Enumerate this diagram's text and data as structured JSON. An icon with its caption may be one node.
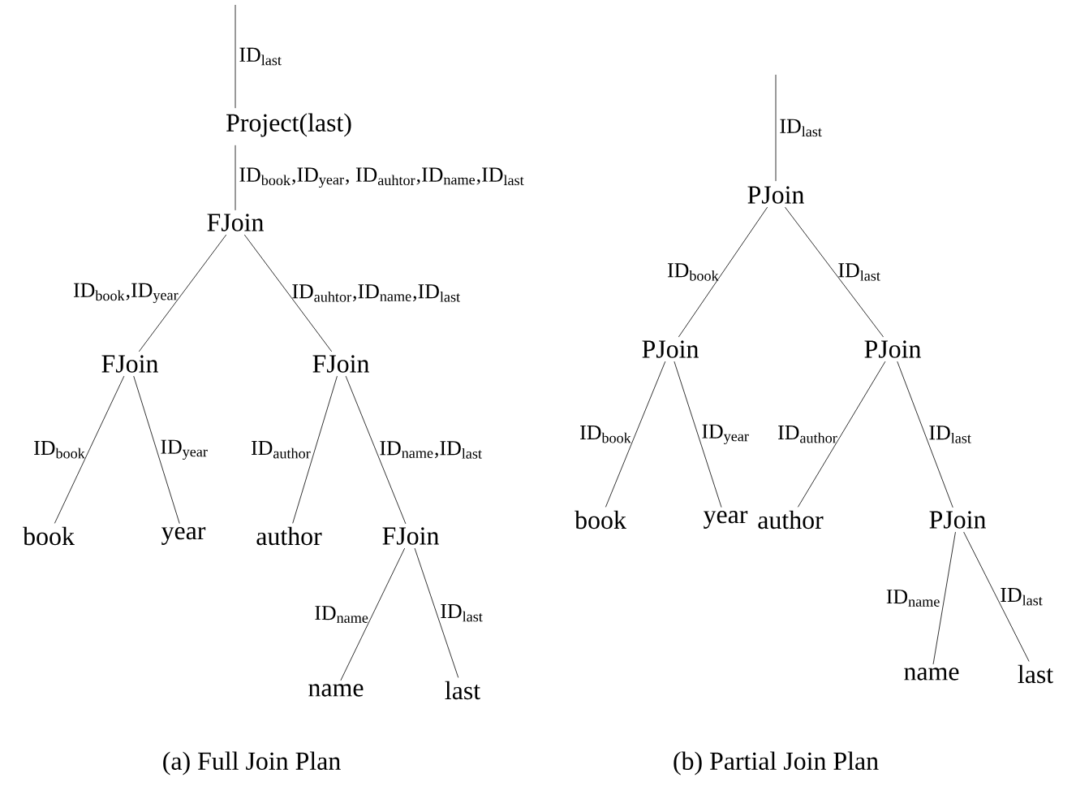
{
  "diagram": {
    "nodes": [
      {
        "text": [
          "Project(last)"
        ]
      },
      {
        "text": [
          "FJoin"
        ]
      },
      {
        "text": [
          "FJoin"
        ]
      },
      {
        "text": [
          "FJoin"
        ]
      },
      {
        "text": [
          "book"
        ]
      },
      {
        "text": [
          "year"
        ]
      },
      {
        "text": [
          "author"
        ]
      },
      {
        "text": [
          "FJoin"
        ]
      },
      {
        "text": [
          "name"
        ]
      },
      {
        "text": [
          "last"
        ]
      },
      {
        "text": [
          "PJoin"
        ]
      },
      {
        "text": [
          "PJoin"
        ]
      },
      {
        "text": [
          "PJoin"
        ]
      },
      {
        "text": [
          "book"
        ]
      },
      {
        "text": [
          "year"
        ]
      },
      {
        "text": [
          "author"
        ]
      },
      {
        "text": [
          "PJoin"
        ]
      },
      {
        "text": [
          "name"
        ]
      },
      {
        "text": [
          "last"
        ]
      }
    ],
    "edges": [
      {
        "from": null,
        "to": 0,
        "arrow": "none",
        "label": "ID$_{last}$"
      },
      {
        "from": 0,
        "to": 1,
        "arrow": "none",
        "label": "ID$_{book}$,ID$_{year}$, ID$_{auhtor}$,ID$_{name}$,ID$_{last}$"
      },
      {
        "from": 1,
        "to": 2,
        "arrow": "none",
        "label": "ID$_{book}$,ID$_{year}$"
      },
      {
        "from": 1,
        "to": 3,
        "arrow": "none",
        "label": "ID$_{auhtor}$,ID$_{name}$,ID$_{last}$"
      },
      {
        "from": 2,
        "to": 4,
        "arrow": "none",
        "label": "ID$_{book}$"
      },
      {
        "from": 2,
        "to": 5,
        "arrow": "none",
        "label": "ID$_{year}$"
      },
      {
        "from": 3,
        "to": 6,
        "arrow": "none",
        "label": "ID$_{author}$"
      },
      {
        "from": 3,
        "to": 7,
        "arrow": "none",
        "label": "ID$_{name}$,ID$_{last}$"
      },
      {
        "from": 7,
        "to": 8,
        "arrow": "none",
        "label": "ID$_{name}$"
      },
      {
        "from": 7,
        "to": 9,
        "arrow": "none",
        "label": "ID$_{last}$"
      },
      {
        "from": null,
        "to": 10,
        "arrow": "none",
        "label": "ID$_{last}$"
      },
      {
        "from": 10,
        "to": 11,
        "arrow": "none",
        "label": "ID$_{book}$"
      },
      {
        "from": 10,
        "to": 12,
        "arrow": "none",
        "label": "ID$_{last}$"
      },
      {
        "from": 11,
        "to": 13,
        "arrow": "none",
        "label": "ID$_{book}$"
      },
      {
        "from": 11,
        "to": 14,
        "arrow": "none",
        "label": "ID$_{year}$"
      },
      {
        "from": 12,
        "to": 15,
        "arrow": "none",
        "label": "ID$_{author}$"
      },
      {
        "from": 12,
        "to": 16,
        "arrow": "none",
        "label": "ID$_{last}$"
      },
      {
        "from": 16,
        "to": 17,
        "arrow": "none",
        "label": "ID$_{name}$"
      },
      {
        "from": 16,
        "to": 18,
        "arrow": "none",
        "label": "ID$_{last}$"
      }
    ],
    "labels": [
      "(a) Full Join Plan",
      "(b) Partial Join Plan"
    ]
  }
}
